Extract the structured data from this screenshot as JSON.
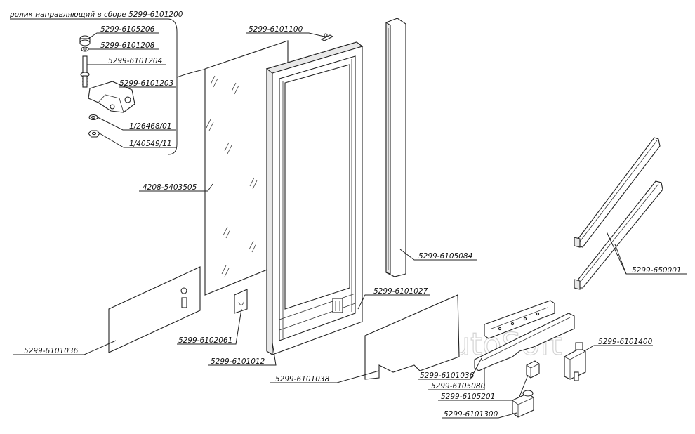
{
  "header_note": "ролик направляющий в сборе 5299-6101200",
  "watermark": "AutoSoft",
  "callouts": {
    "c_6105206": "5299-6105206",
    "c_6101208": "5299-6101208",
    "c_6101204": "5299-6101204",
    "c_6101203": "5299-6101203",
    "c_26468": "1/26468/01",
    "c_40549": "1/40549/11",
    "c_6101100": "5299-6101100",
    "c_5403505": "4208-5403505",
    "c_6105084": "5299-6105084",
    "c_650001": "5299-650001",
    "c_6101027": "5299-6101027",
    "c_6101036": "5299-6101036",
    "c_6102061": "5299-6102061",
    "c_6101012": "5299-6101012",
    "c_6101038": "5299-6101038",
    "c_6101400": "5299-6101400",
    "c_6101036b": "5299-6101036",
    "c_6105080": "5299-6105080",
    "c_6105201": "5299-6105201",
    "c_6101300": "5299-6101300"
  }
}
